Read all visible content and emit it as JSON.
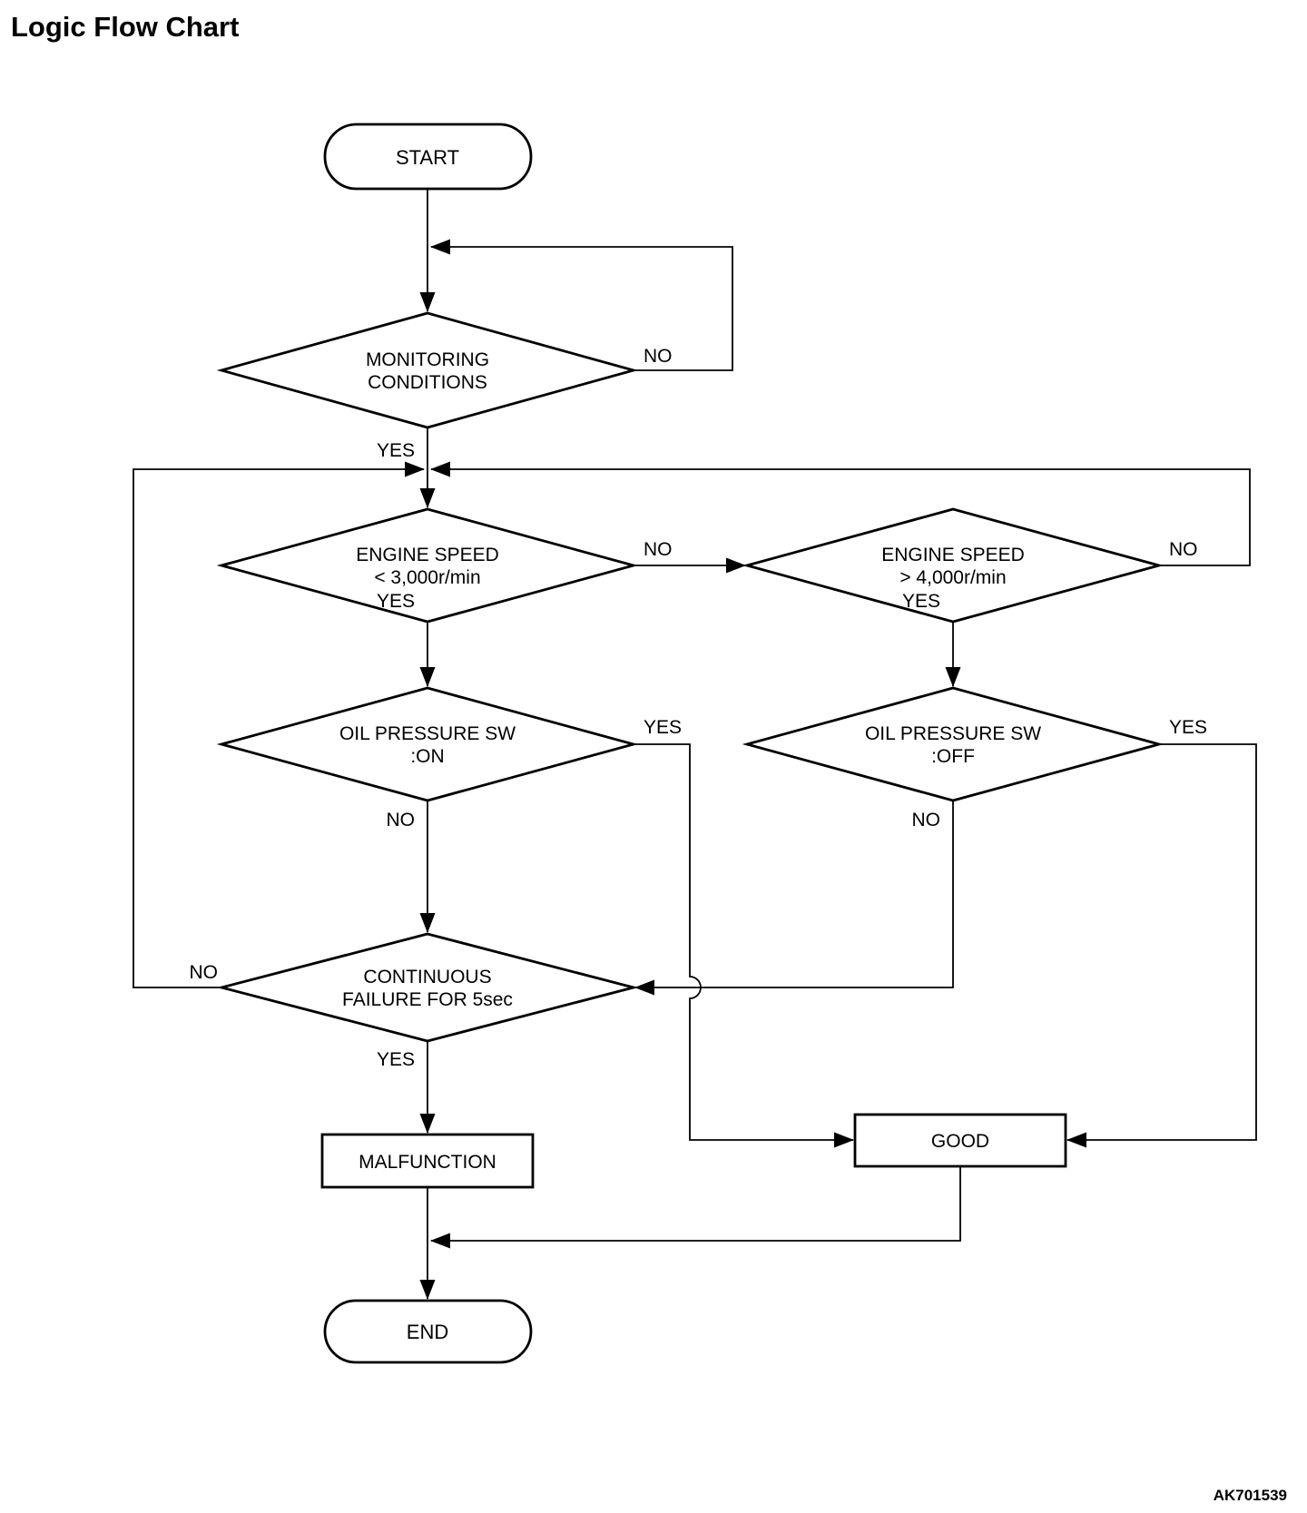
{
  "page": {
    "title": "Logic Flow Chart",
    "figure_code": "AK701539"
  },
  "colors": {
    "line": "#000000",
    "background": "#ffffff"
  },
  "nodes": {
    "start": {
      "label": "START"
    },
    "monitoring": {
      "line1": "MONITORING",
      "line2": "CONDITIONS"
    },
    "engine_speed_low": {
      "line1": "ENGINE SPEED",
      "line2": "< 3,000r/min"
    },
    "engine_speed_high": {
      "line1": "ENGINE SPEED",
      "line2": "> 4,000r/min"
    },
    "oil_pressure_on": {
      "line1": "OIL PRESSURE SW",
      "line2": ":ON"
    },
    "oil_pressure_off": {
      "line1": "OIL PRESSURE SW",
      "line2": ":OFF"
    },
    "continuous_failure": {
      "line1": "CONTINUOUS",
      "line2": "FAILURE FOR 5sec"
    },
    "malfunction": {
      "label": "MALFUNCTION"
    },
    "good": {
      "label": "GOOD"
    },
    "end": {
      "label": "END"
    }
  },
  "edge_labels": {
    "monitoring_no": "NO",
    "monitoring_yes": "YES",
    "engine_speed_low_no": "NO",
    "engine_speed_low_yes": "YES",
    "engine_speed_high_no": "NO",
    "engine_speed_high_yes": "YES",
    "oil_pressure_on_yes": "YES",
    "oil_pressure_on_no": "NO",
    "oil_pressure_off_yes": "YES",
    "oil_pressure_off_no": "NO",
    "continuous_failure_no": "NO",
    "continuous_failure_yes": "YES"
  }
}
